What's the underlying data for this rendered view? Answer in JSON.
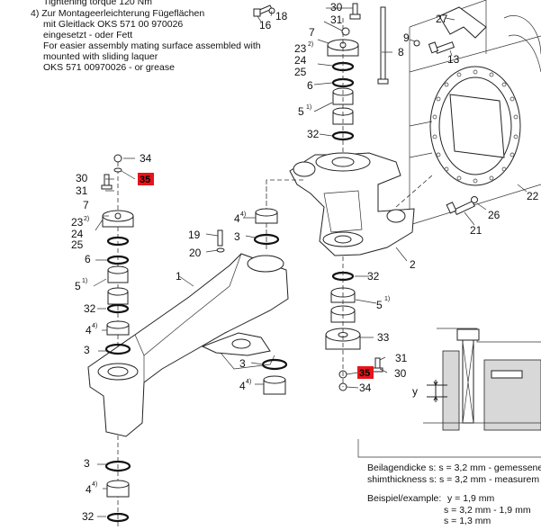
{
  "notes": {
    "line1": "Tightening torque 120 Nm",
    "line2": "4) Zur Montageerleichterung Fügeflächen",
    "line3": "mit Gleitlack OKS 571 00 970026",
    "line4": "eingesetzt - oder Fett",
    "line5": "For easier assembly mating surface assembled with",
    "line6": "mounted with sliding laquer",
    "line7": "OKS 571 00970026 - or grease"
  },
  "shim": {
    "line1": "Beilagendicke s: s = 3,2 mm - gemessene",
    "line2": "shimthickness s: s = 3,2 mm - measurem",
    "example_label": "Beispiel/example:",
    "ex1": "y = 1,9 mm",
    "ex2": "s = 3,2 mm - 1,9 mm",
    "ex3": "s = 1,3 mm"
  },
  "labels": {
    "l30a": "30",
    "l31a": "31",
    "l7a": "7",
    "l23a": "23",
    "l24a": "24",
    "l25a": "25",
    "l6a": "6",
    "l5a": "5",
    "l32a": "32",
    "l4a": "4",
    "l3a": "3",
    "l1": "1",
    "l3b": "3",
    "l4b": "4",
    "l32b": "32",
    "l34a": "34",
    "l35a": "35",
    "l19": "19",
    "l3c": "3",
    "l20": "20",
    "l4c": "4",
    "l3d": "3",
    "l4d": "4",
    "l30b": "30",
    "l31b": "31",
    "l7b": "7",
    "l23b": "23",
    "l24b": "24",
    "l25b": "25",
    "l6b": "6",
    "l5b": "5",
    "l32c": "32",
    "l16": "16",
    "l18": "18",
    "l8": "8",
    "l27": "27",
    "l9": "9",
    "l13": "13",
    "l2": "2",
    "l32d": "32",
    "l5c": "5",
    "l33": "33",
    "l31c": "31",
    "l30c": "30",
    "l35b": "35",
    "l34b": "34",
    "l26": "26",
    "l21": "21",
    "l22": "22",
    "ly": "y",
    "sup2": "2)",
    "sup1": "1)",
    "sup4": "4)"
  },
  "colors": {
    "callout_fill": "#e8141b",
    "line": "#222222"
  }
}
